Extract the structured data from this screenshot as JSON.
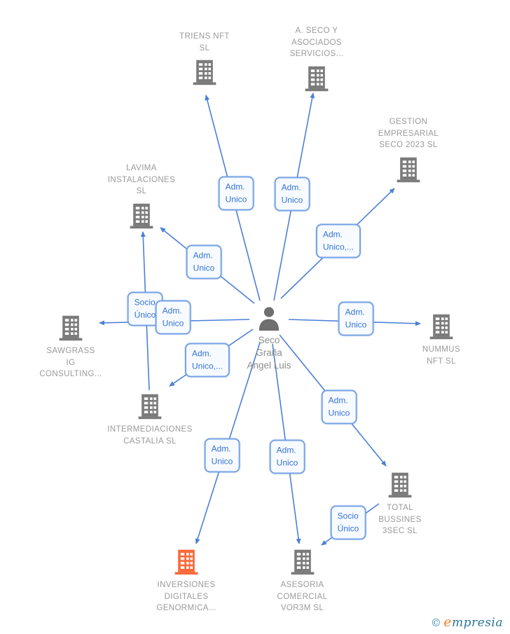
{
  "person": {
    "name": "Seco\nGraña\nAngel Luis"
  },
  "companies": [
    {
      "name": "TRIENS NFT\nSL"
    },
    {
      "name": "A.  SECO Y\nASOCIADOS\nSERVICIOS..."
    },
    {
      "name": "GESTION\nEMPRESARIAL\nSECO 2023  SL"
    },
    {
      "name": "LAVIMA\nINSTALACIONES\nSL"
    },
    {
      "name": "SAWGRASS\nIG\nCONSULTING..."
    },
    {
      "name": "NUMMUS\nNFT  SL"
    },
    {
      "name": "INTERMEDIACIONES\nCASTALIA  SL"
    },
    {
      "name": "TOTAL\nBUSSINES\n3SEC  SL"
    },
    {
      "name": "INVERSIONES\nDIGITALES\nGENORMICA...",
      "highlight": true
    },
    {
      "name": "ASESORIA\nCOMERCIAL\nVOR3M  SL"
    }
  ],
  "relations": [
    {
      "label": "Adm.\nUnico"
    },
    {
      "label": "Adm.\nUnico"
    },
    {
      "label": "Adm.\nUnico,..."
    },
    {
      "label": "Adm.\nUnico"
    },
    {
      "label": "Socio\nÚnico"
    },
    {
      "label": "Adm.\nUnico"
    },
    {
      "label": "Adm.\nUnico"
    },
    {
      "label": "Adm.\nUnico,..."
    },
    {
      "label": "Adm.\nUnico"
    },
    {
      "label": "Adm.\nUnico"
    },
    {
      "label": "Adm.\nUnico"
    },
    {
      "label": "Socio\nÚnico"
    }
  ],
  "colors": {
    "edge_blue": "#4b80d6",
    "label_text_blue": "#3472d3",
    "label_border_blue": "#77a2e4",
    "building_gray": "#7b7b7b",
    "highlight_orange": "#f96a3b",
    "company_text_gray": "#9a9a9a"
  },
  "footer": {
    "copyright": "©",
    "brand_first": "e",
    "brand_rest": "mpresia"
  }
}
